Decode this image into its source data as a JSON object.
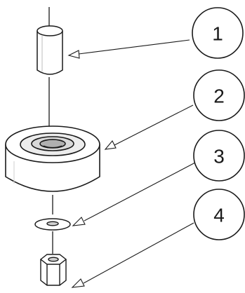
{
  "diagram": {
    "title": "",
    "callouts": [
      {
        "number": "1",
        "part": "shaft-sleeve"
      },
      {
        "number": "2",
        "part": "pulley"
      },
      {
        "number": "3",
        "part": "washer"
      },
      {
        "number": "4",
        "part": "hex-nut"
      }
    ],
    "colors": {
      "line": "#1a1a1a",
      "fill": "#ffffff",
      "shade": "#d9d9d9"
    }
  }
}
